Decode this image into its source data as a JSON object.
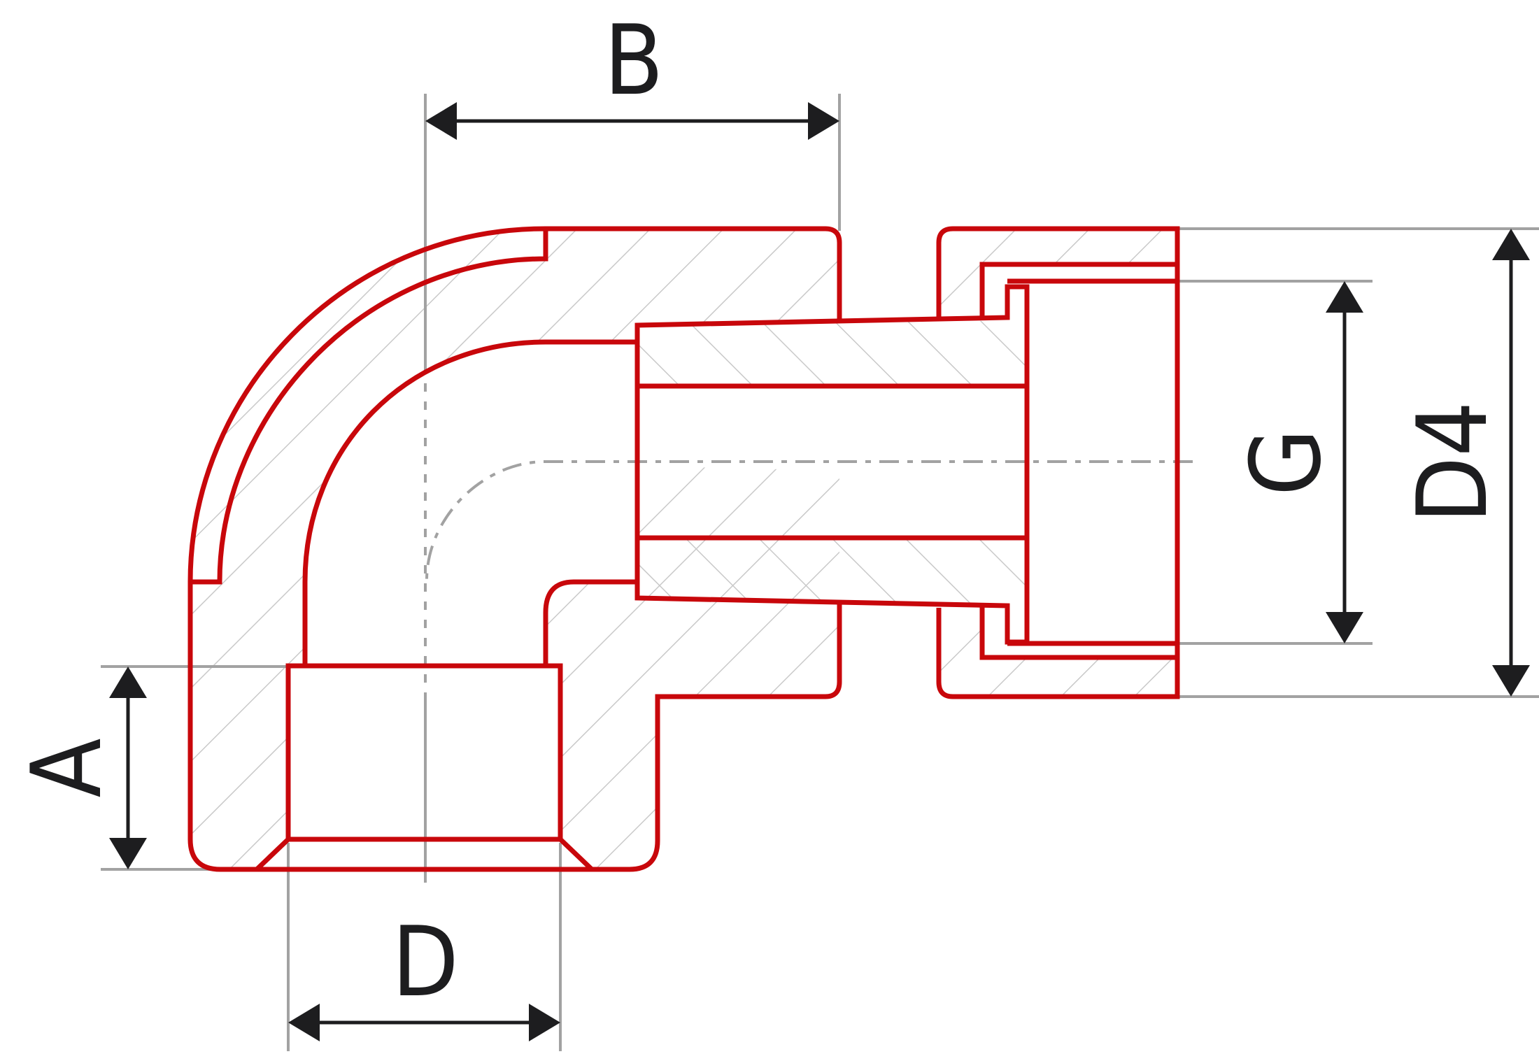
{
  "labels": {
    "a": "A",
    "b": "B",
    "d": "D",
    "d4": "D4",
    "g": "G"
  },
  "colors": {
    "outline": "#c8070b",
    "hatch": "#c9c9c9",
    "extension": "#a2a2a2",
    "dimension": "#1d1d1f"
  }
}
